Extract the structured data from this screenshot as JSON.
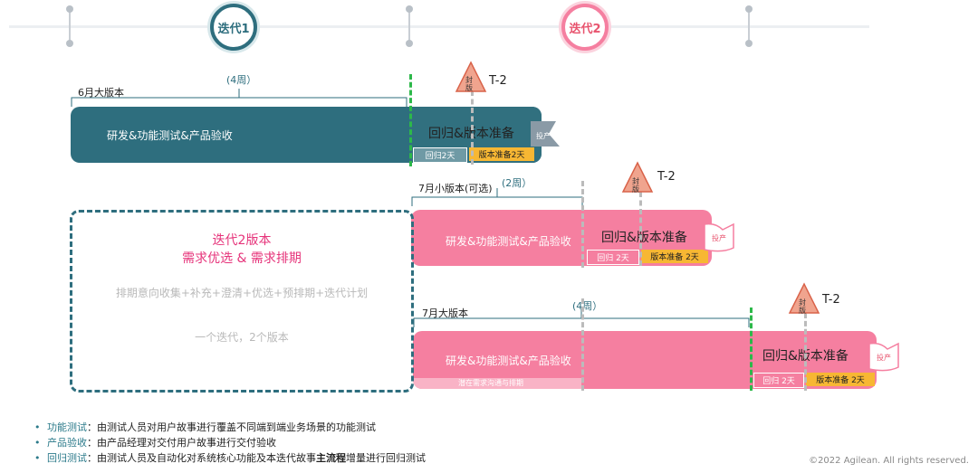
{
  "timeline": {
    "iteration1": "迭代1",
    "iteration2": "迭代2"
  },
  "row1": {
    "version_label": "6月大版本",
    "weeks": "(4周）",
    "dev_label": "研发&功能测试&产品验收",
    "regress_title": "回归&版本准备",
    "regress_tag": "回归2天",
    "prep_tag": "版本准备2天",
    "release": "投产",
    "seal": "封\n版",
    "t_label": "T-2"
  },
  "row2": {
    "version_label": "7月小版本(可选)",
    "weeks": "(2周）",
    "dev_label": "研发&功能测试&产品验收",
    "regress_title": "回归&版本准备",
    "regress_tag": "回归 2天",
    "prep_tag": "版本准备 2天",
    "release": "投产",
    "seal": "封\n版",
    "t_label": "T-2"
  },
  "row3": {
    "version_label": "7月大版本",
    "weeks": "(4周）",
    "dev_label": "研发&功能测试&产品验收",
    "sub_label": "潜在需求沟通与排期",
    "regress_title": "回归&版本准备",
    "regress_tag": "回归 2天",
    "prep_tag": "版本准备 2天",
    "release": "投产",
    "seal": "封\n版",
    "t_label": "T-2"
  },
  "box": {
    "title_line1": "迭代2版本",
    "title_line2": "需求优选 & 需求排期",
    "activities": "排期意向收集+补充+澄清+优选+预排期+迭代计划",
    "note": "一个迭代，2个版本"
  },
  "legend": [
    {
      "term": "功能测试",
      "desc": "：由测试人员对用户故事进行覆盖不同端到端业务场景的功能测试",
      "bold": ""
    },
    {
      "term": "产品验收",
      "desc": "：由产品经理对交付用户故事进行交付验收",
      "bold": ""
    },
    {
      "term": "回归测试",
      "desc": "：由测试人员及自动化对系统核心功能及本迭代故事",
      "bold": "主流程",
      "after": "增量进行回归测试"
    }
  ],
  "copyright": "©2022 Agilean. All rights reserved.",
  "colors": {
    "teal": "#2e6e7e",
    "pink": "#f57fa0",
    "orange": "#f7b733",
    "seal": "#f0a48e",
    "green": "#2db84a",
    "dashed": "#2e6e7e"
  }
}
